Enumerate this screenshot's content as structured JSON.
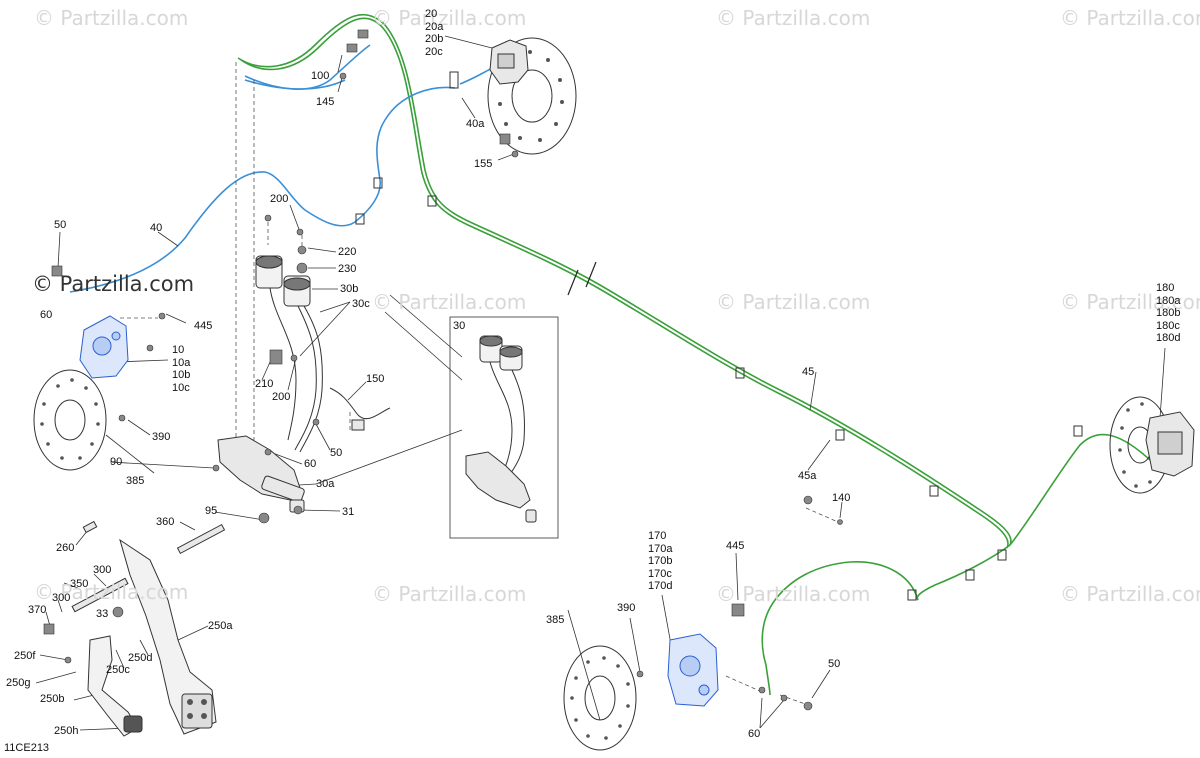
{
  "watermarks": [
    "© Partzilla.com"
  ],
  "diagram_code": "11CE213",
  "callouts": {
    "c20": [
      "20",
      "20a",
      "20b",
      "20c"
    ],
    "c100": "100",
    "c145": "145",
    "c40a": "40a",
    "c155": "155",
    "c50a": "50",
    "c40": "40",
    "c200a": "200",
    "c220": "220",
    "c230": "230",
    "c30b": "30b",
    "c30c": "30c",
    "c30": "30",
    "c60a": "60",
    "c445a": "445",
    "c10": [
      "10",
      "10a",
      "10b",
      "10c"
    ],
    "c210": "210",
    "c200b": "200",
    "c150": "150",
    "c390a": "390",
    "c385a": "385",
    "c90": "90",
    "c60b": "60",
    "c50b": "50",
    "c30a": "30a",
    "c95": "95",
    "c31": "31",
    "c360": "360",
    "c260": "260",
    "c300a": "300",
    "c350": "350",
    "c300b": "300",
    "c33": "33",
    "c370": "370",
    "c250a": "250a",
    "c250f": "250f",
    "c250d": "250d",
    "c250c": "250c",
    "c250g": "250g",
    "c250b": "250b",
    "c250h": "250h",
    "c45": "45",
    "c45a": "45a",
    "c140": "140",
    "c180": [
      "180",
      "180a",
      "180b",
      "180c",
      "180d"
    ],
    "c170": [
      "170",
      "170a",
      "170b",
      "170c",
      "170d"
    ],
    "c445b": "445",
    "c385b": "385",
    "c390b": "390",
    "c50c": "50",
    "c60c": "60"
  },
  "colors": {
    "blue_line": "#3a8fd6",
    "green_line": "#3aa03a",
    "part_blue": "#2b5fd0",
    "ink": "#333333"
  }
}
